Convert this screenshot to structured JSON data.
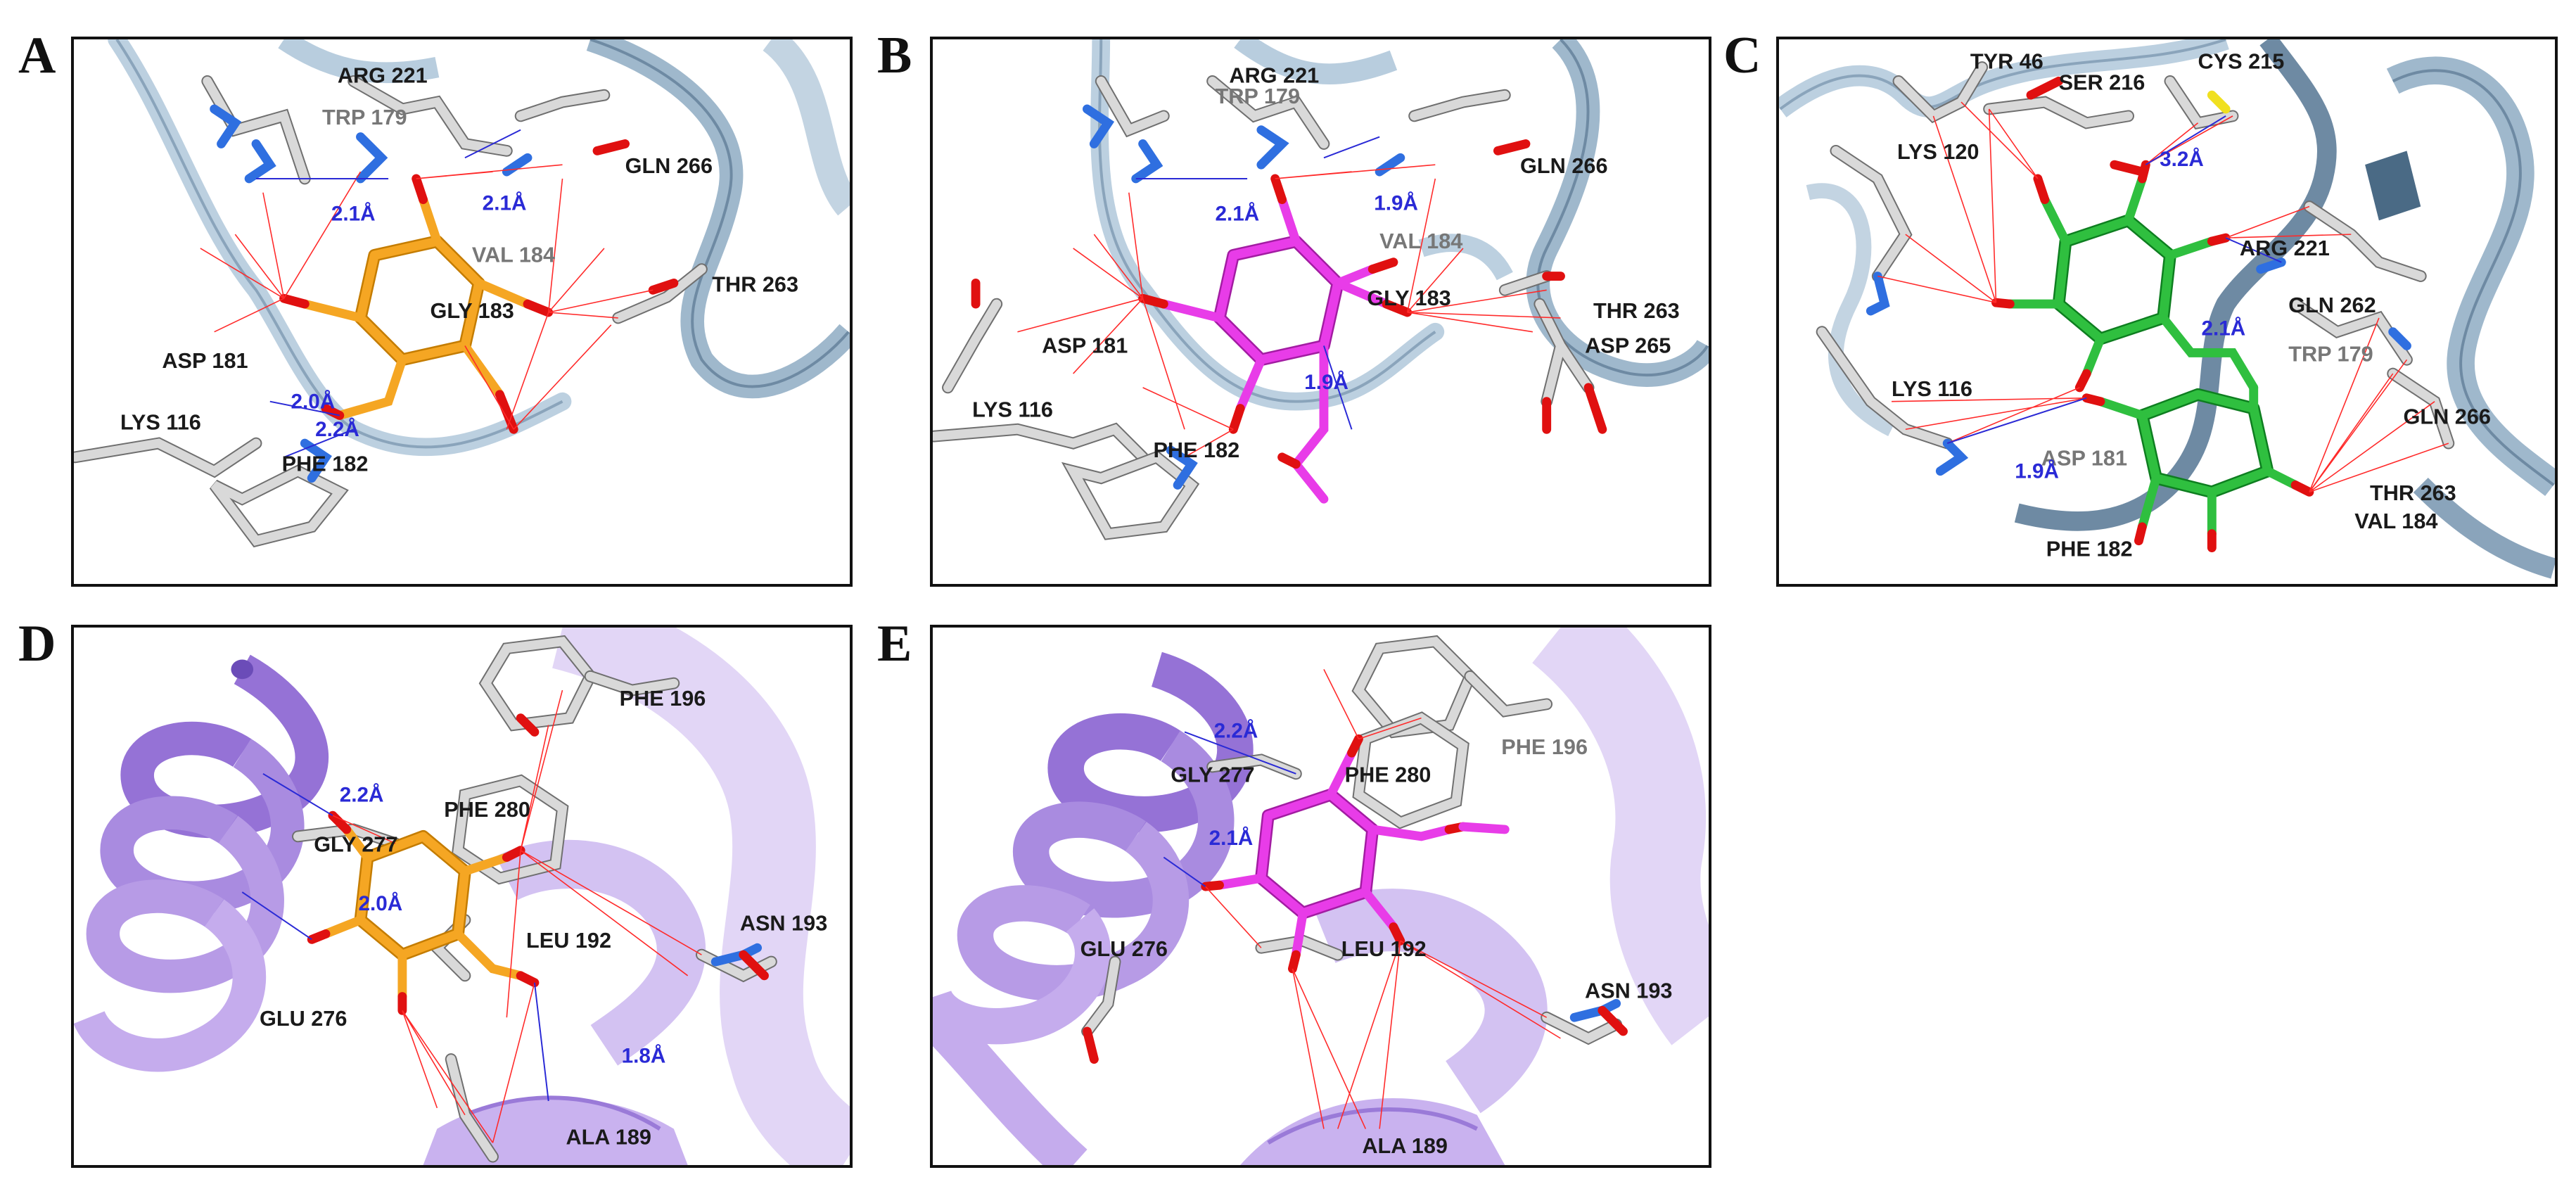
{
  "panels": {
    "A": {
      "letter": "A",
      "residues": [
        "ARG 221",
        "TRP 179",
        "GLN 266",
        "VAL 184",
        "GLY 183",
        "THR 263",
        "ASP 181",
        "LYS 116",
        "PHE 182"
      ],
      "distances": [
        "2.1Å",
        "2.1Å",
        "2.0Å",
        "2.2Å"
      ],
      "ligand_color": "#f5a623"
    },
    "B": {
      "letter": "B",
      "residues": [
        "ARG 221",
        "TRP 179",
        "GLN 266",
        "VAL 184",
        "GLY 183",
        "THR 263",
        "ASP 265",
        "ASP 181",
        "LYS 116",
        "PHE 182"
      ],
      "distances": [
        "2.1Å",
        "1.9Å",
        "1.9Å"
      ],
      "ligand_color": "#e83ce8"
    },
    "C": {
      "letter": "C",
      "residues": [
        "TYR 46",
        "SER 216",
        "CYS 215",
        "LYS 120",
        "ARG 221",
        "GLN 262",
        "TRP 179",
        "LYS 116",
        "GLN 266",
        "ASP 181",
        "THR 263",
        "VAL 184",
        "PHE 182"
      ],
      "distances": [
        "3.2Å",
        "2.1Å",
        "1.9Å"
      ],
      "ligand_color": "#2fbf3f"
    },
    "D": {
      "letter": "D",
      "residues": [
        "PHE 196",
        "PHE 280",
        "GLY 277",
        "ASN 193",
        "LEU 192",
        "GLU 276",
        "ALA 189"
      ],
      "distances": [
        "2.2Å",
        "2.0Å",
        "1.8Å"
      ],
      "ligand_color": "#f5a623"
    },
    "E": {
      "letter": "E",
      "residues": [
        "PHE 196",
        "PHE 280",
        "GLY 277",
        "GLU 276",
        "LEU 192",
        "ASN 193",
        "ALA 189"
      ],
      "distances": [
        "2.2Å",
        "2.1Å"
      ],
      "ligand_color": "#e83ce8"
    }
  },
  "colors": {
    "ribbon_blue": "#9fb8cc",
    "ribbon_blue_dark": "#6e8aa3",
    "helix_purple": "#a98be0",
    "helix_purple_light": "#d3c2f2",
    "oxygen_red": "#e01010",
    "nitrogen_blue": "#2f6fe0",
    "sulfur_yellow": "#f0e020",
    "contact_red": "#ff2a2a",
    "hbond_blue": "#2a2ad6"
  }
}
